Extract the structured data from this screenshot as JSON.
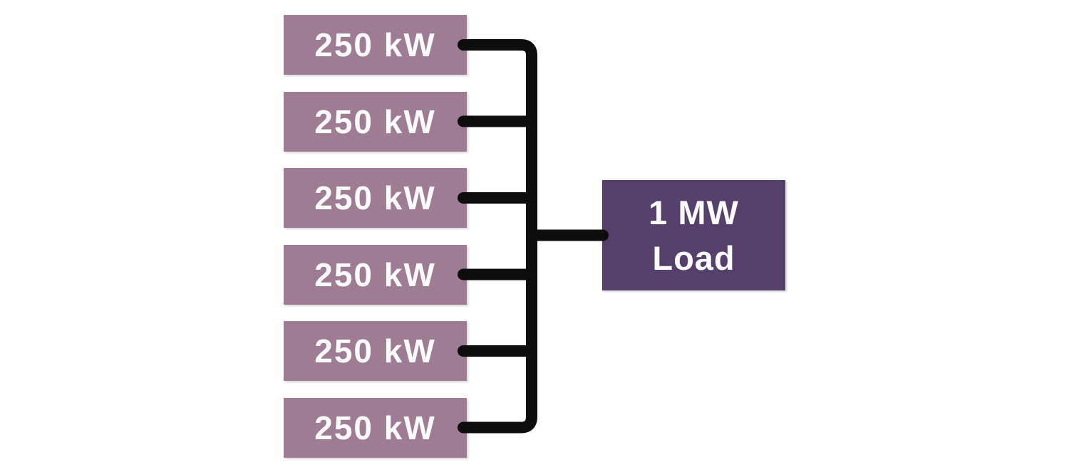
{
  "diagram": {
    "description": "Six 250 kW sources connected by a common bus to a single 1 MW load",
    "sources": [
      {
        "label": "250 kW"
      },
      {
        "label": "250 kW"
      },
      {
        "label": "250 kW"
      },
      {
        "label": "250 kW"
      },
      {
        "label": "250 kW"
      },
      {
        "label": "250 kW"
      }
    ],
    "load": {
      "line1": "1 MW",
      "line2": "Load"
    },
    "colors": {
      "source-box": "#9D7C94",
      "load-box": "#54406B",
      "wire": "#0D0D0D",
      "text": "#FDFCFD",
      "background": "#FFFFFF"
    }
  }
}
